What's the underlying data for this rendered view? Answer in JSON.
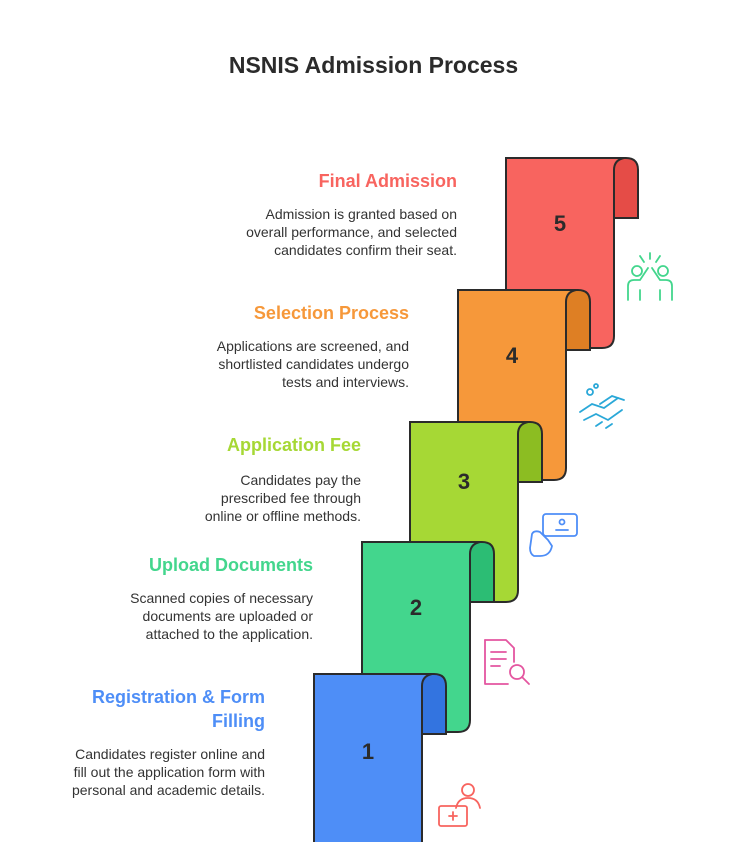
{
  "title": "NSNIS Admission Process",
  "colors": {
    "step1": "#4e8ef7",
    "step2": "#43d68d",
    "step3": "#a6d835",
    "step4": "#f6983a",
    "step5": "#f8645f",
    "icon_title1": "#4e8ef7",
    "icon_title2": "#43d68d",
    "icon_title3": "#a6d835",
    "icon_title4": "#f6983a",
    "icon_title5": "#f8645f"
  },
  "steps": [
    {
      "number": "1",
      "title": "Registration & Form Filling",
      "description": "Candidates register online and fill out the application form with personal and academic details.",
      "icon": "user-add-icon"
    },
    {
      "number": "2",
      "title": "Upload Documents",
      "description": "Scanned copies of necessary documents are uploaded or attached to the application.",
      "icon": "document-search-icon"
    },
    {
      "number": "3",
      "title": "Application Fee",
      "description": "Candidates pay the prescribed fee through online or offline methods.",
      "icon": "card-payment-icon"
    },
    {
      "number": "4",
      "title": "Selection Process",
      "description": "Applications are screened, and shortlisted candidates undergo tests and interviews.",
      "icon": "handshake-icon"
    },
    {
      "number": "5",
      "title": "Final Admission",
      "description": "Admission is granted based on overall performance, and selected candidates confirm their seat.",
      "icon": "high-five-icon"
    }
  ]
}
